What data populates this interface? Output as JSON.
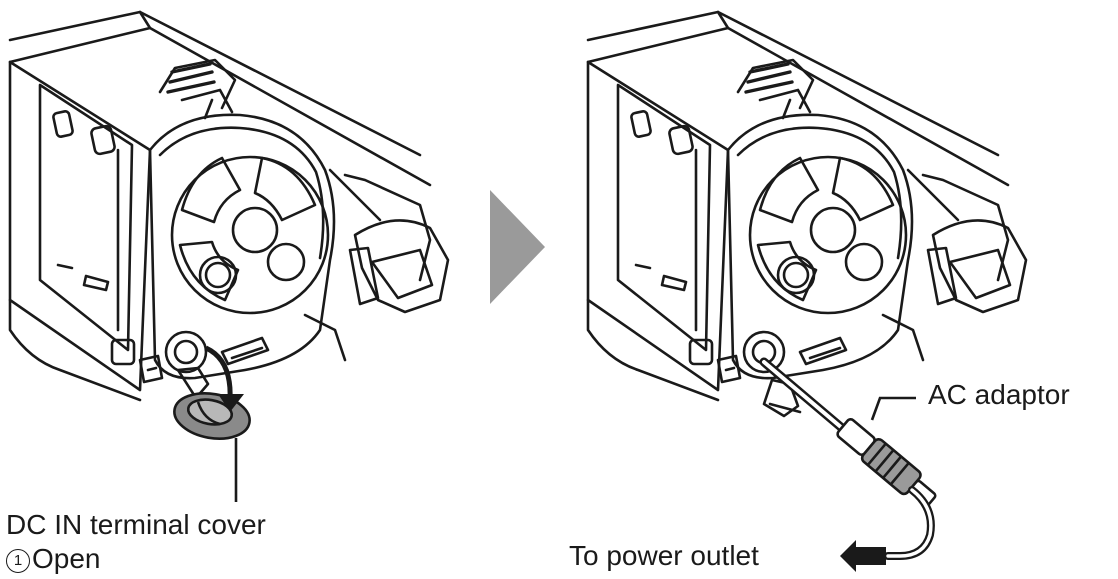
{
  "labels": {
    "dc_in_cover": "DC IN terminal cover",
    "step_number": "1",
    "step_action": "Open",
    "ac_adaptor": "AC adaptor",
    "power_outlet": "To power outlet"
  },
  "colors": {
    "line": "#1a1a1a",
    "step_arrow": "#9a9a9a",
    "background": "#ffffff"
  },
  "icons": [
    "camcorder-icon",
    "step-arrow-icon",
    "direction-arrow-icon",
    "ac-plug-icon"
  ]
}
